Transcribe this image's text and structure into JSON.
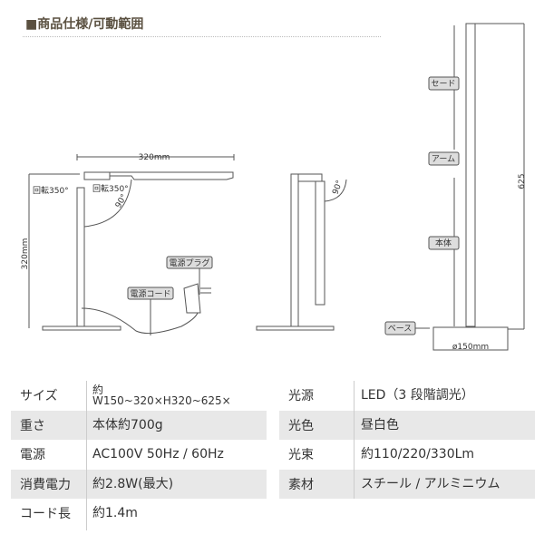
{
  "header": {
    "title": "■商品仕様/可動範囲"
  },
  "diagram": {
    "width_dim": "320mm",
    "height_dim": "320mm",
    "rotate_left": "回転350°",
    "rotate_right": "回転350°",
    "angle_front": "90°",
    "angle_side": "90°",
    "plug_label": "電源プラグ",
    "cord_label": "電源コード",
    "shade_label": "セード",
    "arm_label": "アーム",
    "body_label": "本体",
    "base_label": "ベース",
    "total_height": "625",
    "base_diameter": "ø150mm"
  },
  "specs_left": [
    {
      "label": "サイズ",
      "value": "約W150~320×H320~625×"
    },
    {
      "label": "重さ",
      "value": "本体約700g"
    },
    {
      "label": "電源",
      "value": "AC100V  50Hz / 60Hz"
    },
    {
      "label": "消費電力",
      "value": "約2.8W(最大)"
    },
    {
      "label": "コード長",
      "value": "約1.4m"
    }
  ],
  "specs_right": [
    {
      "label": "光源",
      "value": "LED（3 段階調光）"
    },
    {
      "label": "光色",
      "value": "昼白色"
    },
    {
      "label": "光束",
      "value": "約110/220/330Lm"
    },
    {
      "label": "素材",
      "value": "スチール / アルミニウム"
    }
  ]
}
